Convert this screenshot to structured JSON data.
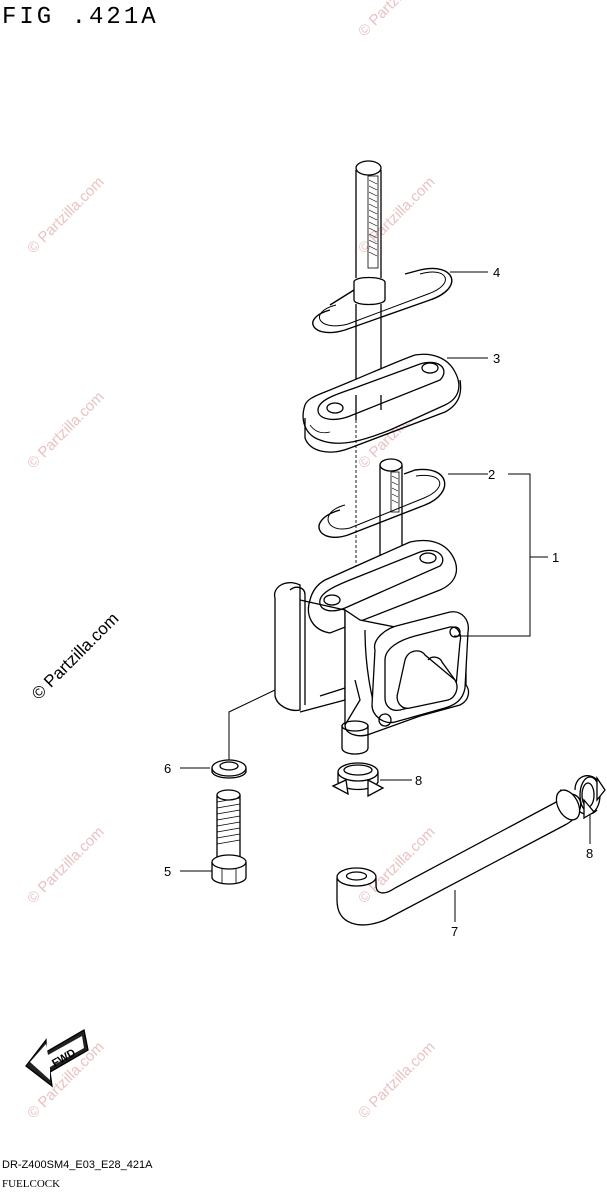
{
  "figure": {
    "title": "FIG .421A"
  },
  "footer": {
    "code": "DR-Z400SM4_E03_E28_421A",
    "name": "FUELCOCK"
  },
  "watermark": {
    "text": "© Partzilla.com",
    "color": "#e9c2c2"
  },
  "fwd_badge": {
    "label": "FWD"
  },
  "callouts": [
    {
      "id": "4",
      "label": "4"
    },
    {
      "id": "3",
      "label": "3"
    },
    {
      "id": "2",
      "label": "2"
    },
    {
      "id": "1",
      "label": "1"
    },
    {
      "id": "6",
      "label": "6"
    },
    {
      "id": "8a",
      "label": "8"
    },
    {
      "id": "5",
      "label": "5"
    },
    {
      "id": "8b",
      "label": "8"
    },
    {
      "id": "7",
      "label": "7"
    }
  ]
}
